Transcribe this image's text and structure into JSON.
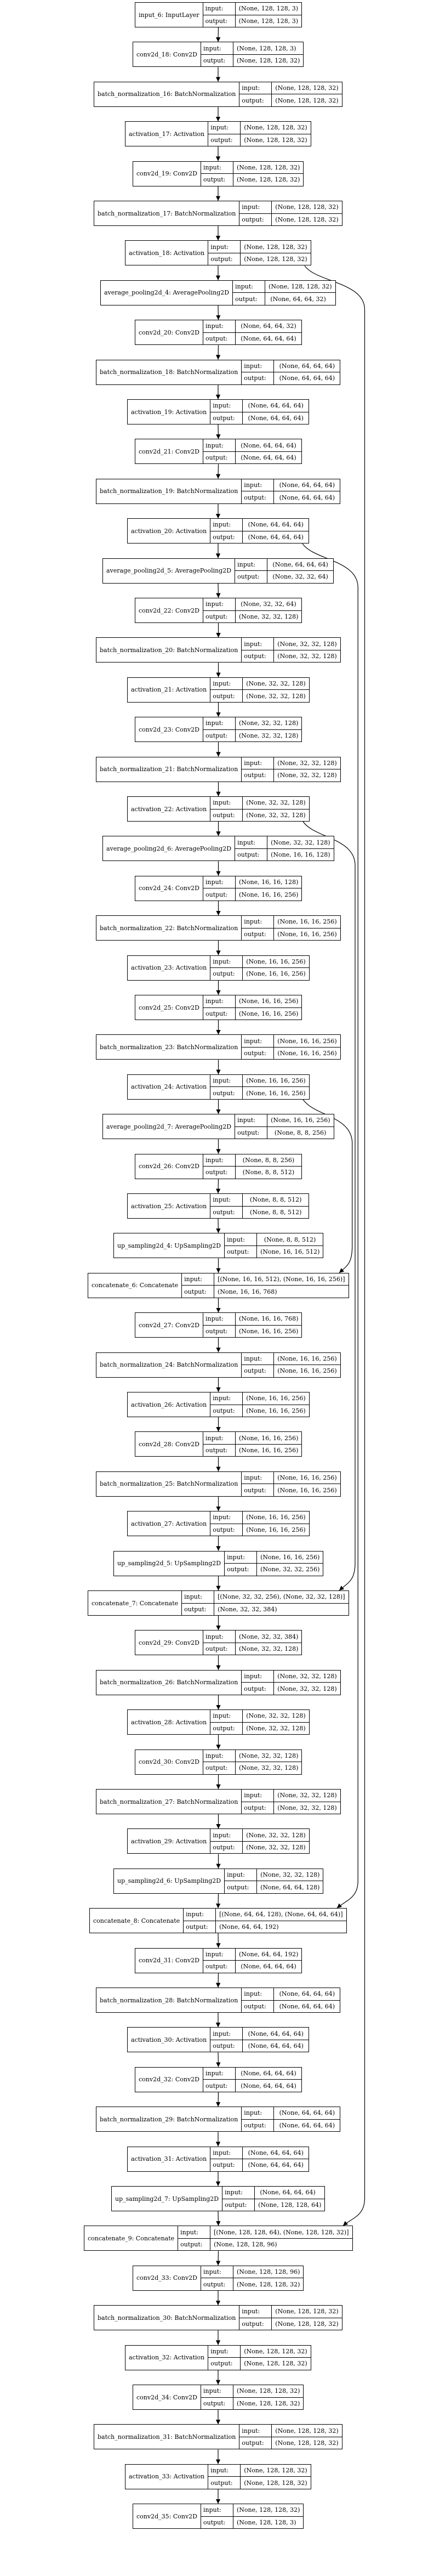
{
  "nodes": [
    {
      "label": "input_6: InputLayer",
      "in": "(None, 128, 128, 3)",
      "out": "(None, 128, 128, 3)"
    },
    {
      "label": "conv2d_18: Conv2D",
      "in": "(None, 128, 128, 3)",
      "out": "(None, 128, 128, 32)"
    },
    {
      "label": "batch_normalization_16: BatchNormalization",
      "in": "(None, 128, 128, 32)",
      "out": "(None, 128, 128, 32)"
    },
    {
      "label": "activation_17: Activation",
      "in": "(None, 128, 128, 32)",
      "out": "(None, 128, 128, 32)"
    },
    {
      "label": "conv2d_19: Conv2D",
      "in": "(None, 128, 128, 32)",
      "out": "(None, 128, 128, 32)"
    },
    {
      "label": "batch_normalization_17: BatchNormalization",
      "in": "(None, 128, 128, 32)",
      "out": "(None, 128, 128, 32)"
    },
    {
      "label": "activation_18: Activation",
      "in": "(None, 128, 128, 32)",
      "out": "(None, 128, 128, 32)"
    },
    {
      "label": "average_pooling2d_4: AveragePooling2D",
      "in": "(None, 128, 128, 32)",
      "out": "(None, 64, 64, 32)"
    },
    {
      "label": "conv2d_20: Conv2D",
      "in": "(None, 64, 64, 32)",
      "out": "(None, 64, 64, 64)"
    },
    {
      "label": "batch_normalization_18: BatchNormalization",
      "in": "(None, 64, 64, 64)",
      "out": "(None, 64, 64, 64)"
    },
    {
      "label": "activation_19: Activation",
      "in": "(None, 64, 64, 64)",
      "out": "(None, 64, 64, 64)"
    },
    {
      "label": "conv2d_21: Conv2D",
      "in": "(None, 64, 64, 64)",
      "out": "(None, 64, 64, 64)"
    },
    {
      "label": "batch_normalization_19: BatchNormalization",
      "in": "(None, 64, 64, 64)",
      "out": "(None, 64, 64, 64)"
    },
    {
      "label": "activation_20: Activation",
      "in": "(None, 64, 64, 64)",
      "out": "(None, 64, 64, 64)"
    },
    {
      "label": "average_pooling2d_5: AveragePooling2D",
      "in": "(None, 64, 64, 64)",
      "out": "(None, 32, 32, 64)"
    },
    {
      "label": "conv2d_22: Conv2D",
      "in": "(None, 32, 32, 64)",
      "out": "(None, 32, 32, 128)"
    },
    {
      "label": "batch_normalization_20: BatchNormalization",
      "in": "(None, 32, 32, 128)",
      "out": "(None, 32, 32, 128)"
    },
    {
      "label": "activation_21: Activation",
      "in": "(None, 32, 32, 128)",
      "out": "(None, 32, 32, 128)"
    },
    {
      "label": "conv2d_23: Conv2D",
      "in": "(None, 32, 32, 128)",
      "out": "(None, 32, 32, 128)"
    },
    {
      "label": "batch_normalization_21: BatchNormalization",
      "in": "(None, 32, 32, 128)",
      "out": "(None, 32, 32, 128)"
    },
    {
      "label": "activation_22: Activation",
      "in": "(None, 32, 32, 128)",
      "out": "(None, 32, 32, 128)"
    },
    {
      "label": "average_pooling2d_6: AveragePooling2D",
      "in": "(None, 32, 32, 128)",
      "out": "(None, 16, 16, 128)"
    },
    {
      "label": "conv2d_24: Conv2D",
      "in": "(None, 16, 16, 128)",
      "out": "(None, 16, 16, 256)"
    },
    {
      "label": "batch_normalization_22: BatchNormalization",
      "in": "(None, 16, 16, 256)",
      "out": "(None, 16, 16, 256)"
    },
    {
      "label": "activation_23: Activation",
      "in": "(None, 16, 16, 256)",
      "out": "(None, 16, 16, 256)"
    },
    {
      "label": "conv2d_25: Conv2D",
      "in": "(None, 16, 16, 256)",
      "out": "(None, 16, 16, 256)"
    },
    {
      "label": "batch_normalization_23: BatchNormalization",
      "in": "(None, 16, 16, 256)",
      "out": "(None, 16, 16, 256)"
    },
    {
      "label": "activation_24: Activation",
      "in": "(None, 16, 16, 256)",
      "out": "(None, 16, 16, 256)"
    },
    {
      "label": "average_pooling2d_7: AveragePooling2D",
      "in": "(None, 16, 16, 256)",
      "out": "(None, 8, 8, 256)"
    },
    {
      "label": "conv2d_26: Conv2D",
      "in": "(None, 8, 8, 256)",
      "out": "(None, 8, 8, 512)"
    },
    {
      "label": "activation_25: Activation",
      "in": "(None, 8, 8, 512)",
      "out": "(None, 8, 8, 512)"
    },
    {
      "label": "up_sampling2d_4: UpSampling2D",
      "in": "(None, 8, 8, 512)",
      "out": "(None, 16, 16, 512)"
    },
    {
      "label": "concatenate_6: Concatenate",
      "in": "[(None, 16, 16, 512), (None, 16, 16, 256)]",
      "out": "(None, 16, 16, 768)"
    },
    {
      "label": "conv2d_27: Conv2D",
      "in": "(None, 16, 16, 768)",
      "out": "(None, 16, 16, 256)"
    },
    {
      "label": "batch_normalization_24: BatchNormalization",
      "in": "(None, 16, 16, 256)",
      "out": "(None, 16, 16, 256)"
    },
    {
      "label": "activation_26: Activation",
      "in": "(None, 16, 16, 256)",
      "out": "(None, 16, 16, 256)"
    },
    {
      "label": "conv2d_28: Conv2D",
      "in": "(None, 16, 16, 256)",
      "out": "(None, 16, 16, 256)"
    },
    {
      "label": "batch_normalization_25: BatchNormalization",
      "in": "(None, 16, 16, 256)",
      "out": "(None, 16, 16, 256)"
    },
    {
      "label": "activation_27: Activation",
      "in": "(None, 16, 16, 256)",
      "out": "(None, 16, 16, 256)"
    },
    {
      "label": "up_sampling2d_5: UpSampling2D",
      "in": "(None, 16, 16, 256)",
      "out": "(None, 32, 32, 256)"
    },
    {
      "label": "concatenate_7: Concatenate",
      "in": "[(None, 32, 32, 256), (None, 32, 32, 128)]",
      "out": "(None, 32, 32, 384)"
    },
    {
      "label": "conv2d_29: Conv2D",
      "in": "(None, 32, 32, 384)",
      "out": "(None, 32, 32, 128)"
    },
    {
      "label": "batch_normalization_26: BatchNormalization",
      "in": "(None, 32, 32, 128)",
      "out": "(None, 32, 32, 128)"
    },
    {
      "label": "activation_28: Activation",
      "in": "(None, 32, 32, 128)",
      "out": "(None, 32, 32, 128)"
    },
    {
      "label": "conv2d_30: Conv2D",
      "in": "(None, 32, 32, 128)",
      "out": "(None, 32, 32, 128)"
    },
    {
      "label": "batch_normalization_27: BatchNormalization",
      "in": "(None, 32, 32, 128)",
      "out": "(None, 32, 32, 128)"
    },
    {
      "label": "activation_29: Activation",
      "in": "(None, 32, 32, 128)",
      "out": "(None, 32, 32, 128)"
    },
    {
      "label": "up_sampling2d_6: UpSampling2D",
      "in": "(None, 32, 32, 128)",
      "out": "(None, 64, 64, 128)"
    },
    {
      "label": "concatenate_8: Concatenate",
      "in": "[(None, 64, 64, 128), (None, 64, 64, 64)]",
      "out": "(None, 64, 64, 192)"
    },
    {
      "label": "conv2d_31: Conv2D",
      "in": "(None, 64, 64, 192)",
      "out": "(None, 64, 64, 64)"
    },
    {
      "label": "batch_normalization_28: BatchNormalization",
      "in": "(None, 64, 64, 64)",
      "out": "(None, 64, 64, 64)"
    },
    {
      "label": "activation_30: Activation",
      "in": "(None, 64, 64, 64)",
      "out": "(None, 64, 64, 64)"
    },
    {
      "label": "conv2d_32: Conv2D",
      "in": "(None, 64, 64, 64)",
      "out": "(None, 64, 64, 64)"
    },
    {
      "label": "batch_normalization_29: BatchNormalization",
      "in": "(None, 64, 64, 64)",
      "out": "(None, 64, 64, 64)"
    },
    {
      "label": "activation_31: Activation",
      "in": "(None, 64, 64, 64)",
      "out": "(None, 64, 64, 64)"
    },
    {
      "label": "up_sampling2d_7: UpSampling2D",
      "in": "(None, 64, 64, 64)",
      "out": "(None, 128, 128, 64)"
    },
    {
      "label": "concatenate_9: Concatenate",
      "in": "[(None, 128, 128, 64), (None, 128, 128, 32)]",
      "out": "(None, 128, 128, 96)"
    },
    {
      "label": "conv2d_33: Conv2D",
      "in": "(None, 128, 128, 96)",
      "out": "(None, 128, 128, 32)"
    },
    {
      "label": "batch_normalization_30: BatchNormalization",
      "in": "(None, 128, 128, 32)",
      "out": "(None, 128, 128, 32)"
    },
    {
      "label": "activation_32: Activation",
      "in": "(None, 128, 128, 32)",
      "out": "(None, 128, 128, 32)"
    },
    {
      "label": "conv2d_34: Conv2D",
      "in": "(None, 128, 128, 32)",
      "out": "(None, 128, 128, 32)"
    },
    {
      "label": "batch_normalization_31: BatchNormalization",
      "in": "(None, 128, 128, 32)",
      "out": "(None, 128, 128, 32)"
    },
    {
      "label": "activation_33: Activation",
      "in": "(None, 128, 128, 32)",
      "out": "(None, 128, 128, 32)"
    },
    {
      "label": "conv2d_35: Conv2D",
      "in": "(None, 128, 128, 32)",
      "out": "(None, 128, 128, 3)"
    }
  ],
  "edges": [
    [
      0,
      1
    ],
    [
      1,
      2
    ],
    [
      2,
      3
    ],
    [
      3,
      4
    ],
    [
      4,
      5
    ],
    [
      5,
      6
    ],
    [
      6,
      7
    ],
    [
      7,
      8
    ],
    [
      8,
      9
    ],
    [
      9,
      10
    ],
    [
      10,
      11
    ],
    [
      11,
      12
    ],
    [
      12,
      13
    ],
    [
      13,
      14
    ],
    [
      14,
      15
    ],
    [
      15,
      16
    ],
    [
      16,
      17
    ],
    [
      17,
      18
    ],
    [
      18,
      19
    ],
    [
      19,
      20
    ],
    [
      20,
      21
    ],
    [
      21,
      22
    ],
    [
      22,
      23
    ],
    [
      23,
      24
    ],
    [
      24,
      25
    ],
    [
      25,
      26
    ],
    [
      26,
      27
    ],
    [
      27,
      28
    ],
    [
      28,
      29
    ],
    [
      29,
      30
    ],
    [
      30,
      31
    ],
    [
      31,
      32
    ],
    [
      32,
      33
    ],
    [
      33,
      34
    ],
    [
      34,
      35
    ],
    [
      35,
      36
    ],
    [
      36,
      37
    ],
    [
      37,
      38
    ],
    [
      38,
      39
    ],
    [
      39,
      40
    ],
    [
      40,
      41
    ],
    [
      41,
      42
    ],
    [
      42,
      43
    ],
    [
      43,
      44
    ],
    [
      44,
      45
    ],
    [
      45,
      46
    ],
    [
      46,
      47
    ],
    [
      47,
      48
    ],
    [
      48,
      49
    ],
    [
      49,
      50
    ],
    [
      50,
      51
    ],
    [
      51,
      52
    ],
    [
      52,
      53
    ],
    [
      53,
      54
    ],
    [
      54,
      55
    ],
    [
      55,
      56
    ],
    [
      56,
      57
    ],
    [
      57,
      58
    ],
    [
      58,
      59
    ],
    [
      59,
      60
    ],
    [
      60,
      61
    ],
    [
      61,
      62
    ],
    [
      62,
      63
    ],
    [
      6,
      56
    ],
    [
      13,
      48
    ],
    [
      20,
      40
    ],
    [
      27,
      32
    ]
  ],
  "labels": {
    "input_key": "input:",
    "output_key": "output:"
  }
}
